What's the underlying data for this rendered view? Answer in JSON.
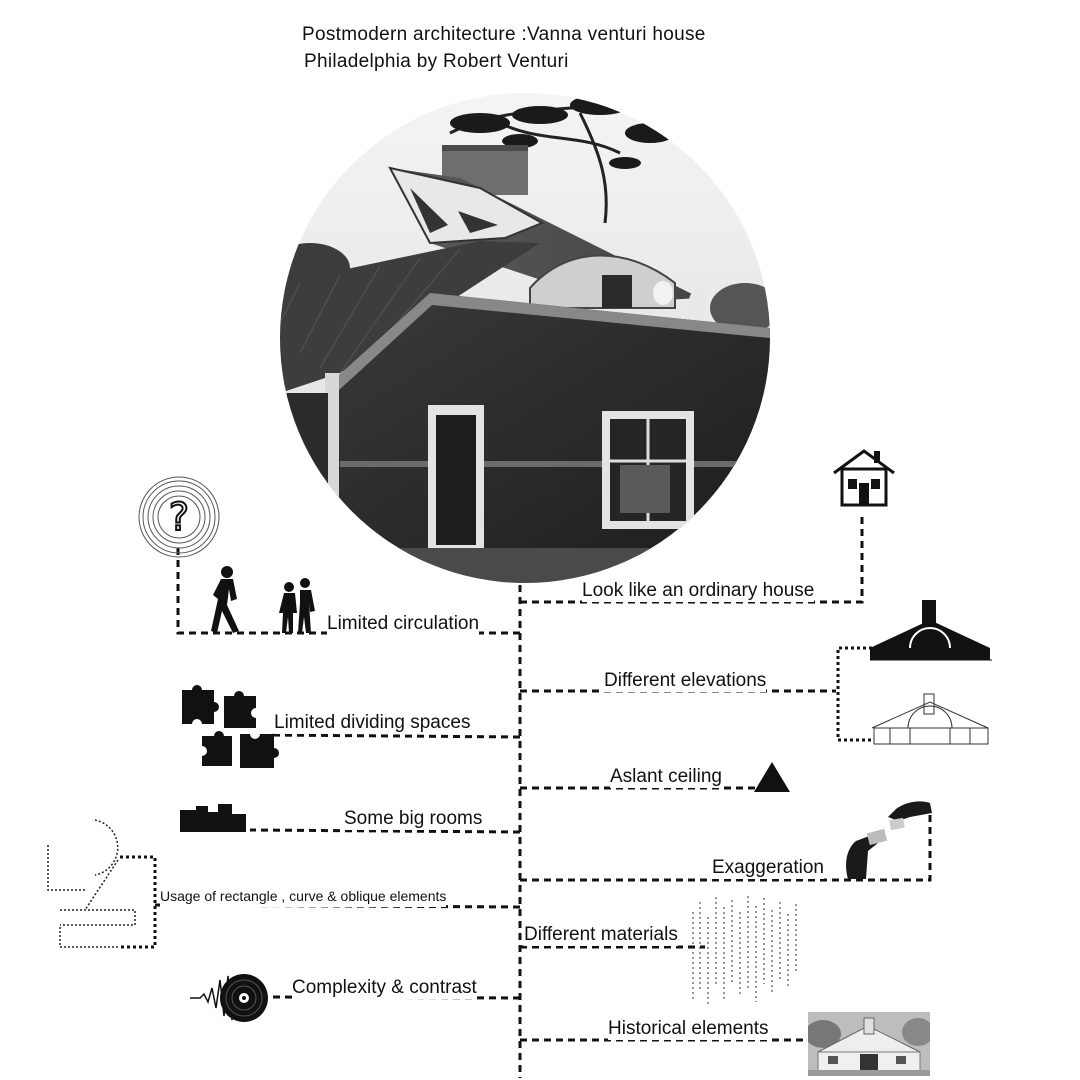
{
  "title": {
    "line1": "Postmodern  architecture :Vanna venturi house",
    "line2": "Philadelphia  by  Robert Venturi"
  },
  "left_branches": [
    {
      "label": "Limited  circulation",
      "icon": "walking-people-icon"
    },
    {
      "label": "Limited dividing  spaces",
      "icon": "puzzle-pieces-icon"
    },
    {
      "label": "Some big rooms",
      "icon": "building-blocks-icon"
    },
    {
      "label": "Usage of rectangle , curve & oblique elements",
      "icon": "shapes-sketch-icon"
    },
    {
      "label": "Complexity & contrast",
      "icon": "sound-wave-vinyl-icon"
    }
  ],
  "right_branches": [
    {
      "label": "Look like an ordinary house",
      "icon": "house-icon"
    },
    {
      "label": "Different  elevations",
      "icon": "elevation-drawings-icon"
    },
    {
      "label": "Aslant  ceiling",
      "icon": "triangle-icon"
    },
    {
      "label": "Exaggeration",
      "icon": "hands-icon"
    },
    {
      "label": "Different  materials",
      "icon": "hatch-texture-icon"
    },
    {
      "label": "Historical  elements",
      "icon": "house-photo-icon"
    }
  ],
  "extra_icons": [
    "question-mark-icon"
  ],
  "colors": {
    "ink": "#111111",
    "background": "#ffffff"
  }
}
